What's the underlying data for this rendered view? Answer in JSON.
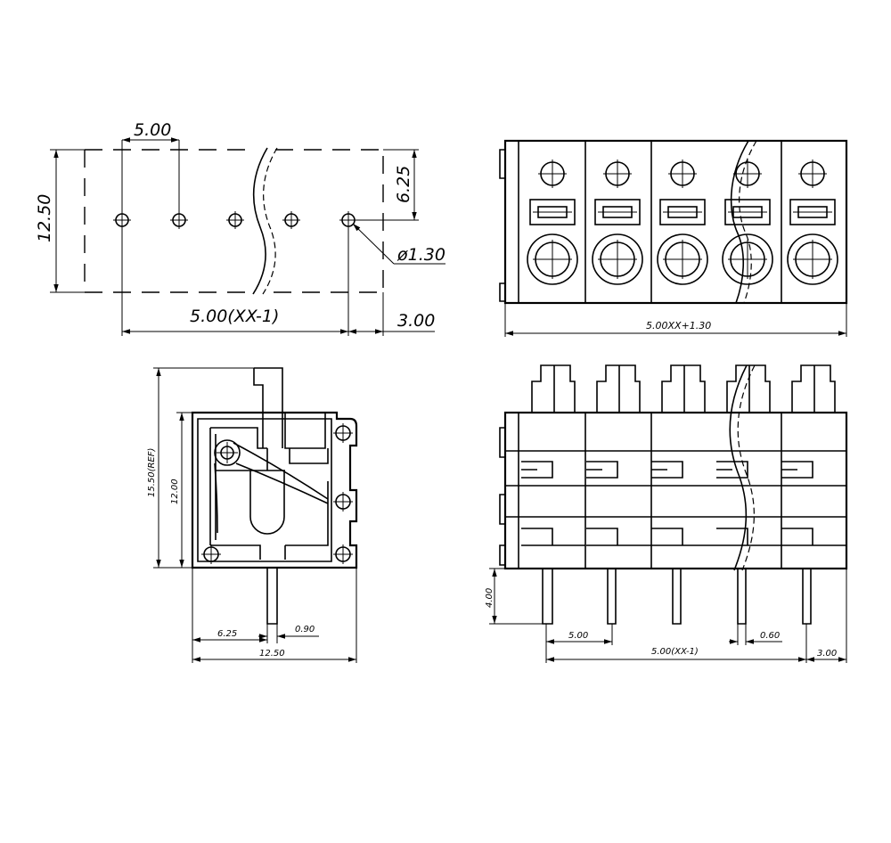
{
  "top_view": {
    "pitch": "5.00",
    "width": "12.50",
    "offset": "6.25",
    "hole": "ø1.30",
    "span": "5.00(XX-1)",
    "end": "3.00"
  },
  "front_view": {
    "length": "5.00XX+1.30"
  },
  "side_view": {
    "height": "15.50(REF)",
    "body_height": "12.00",
    "pin_pos": "6.25",
    "pin_width": "0.90",
    "width": "12.50"
  },
  "bottom_view": {
    "pin_len": "4.00",
    "pitch": "5.00",
    "pin_width": "0.60",
    "span": "5.00(XX-1)",
    "end": "3.00"
  }
}
